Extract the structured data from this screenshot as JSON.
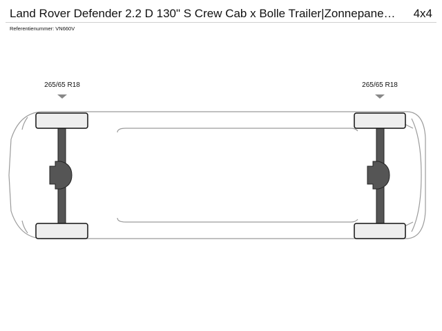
{
  "header": {
    "title": "Land Rover Defender 2.2 D 130\" S Crew Cab x Bolle Trailer|Zonnepanel…",
    "drive": "4x4",
    "reference": "Referentienummer: VN660V"
  },
  "axles": {
    "front_tire_size": "265/65 R18",
    "rear_tire_size": "265/65 R18"
  },
  "colors": {
    "outline": "#9a9a9a",
    "chassis": "#555555",
    "wheel_fill": "#eeeeee",
    "marker": "#888888"
  }
}
